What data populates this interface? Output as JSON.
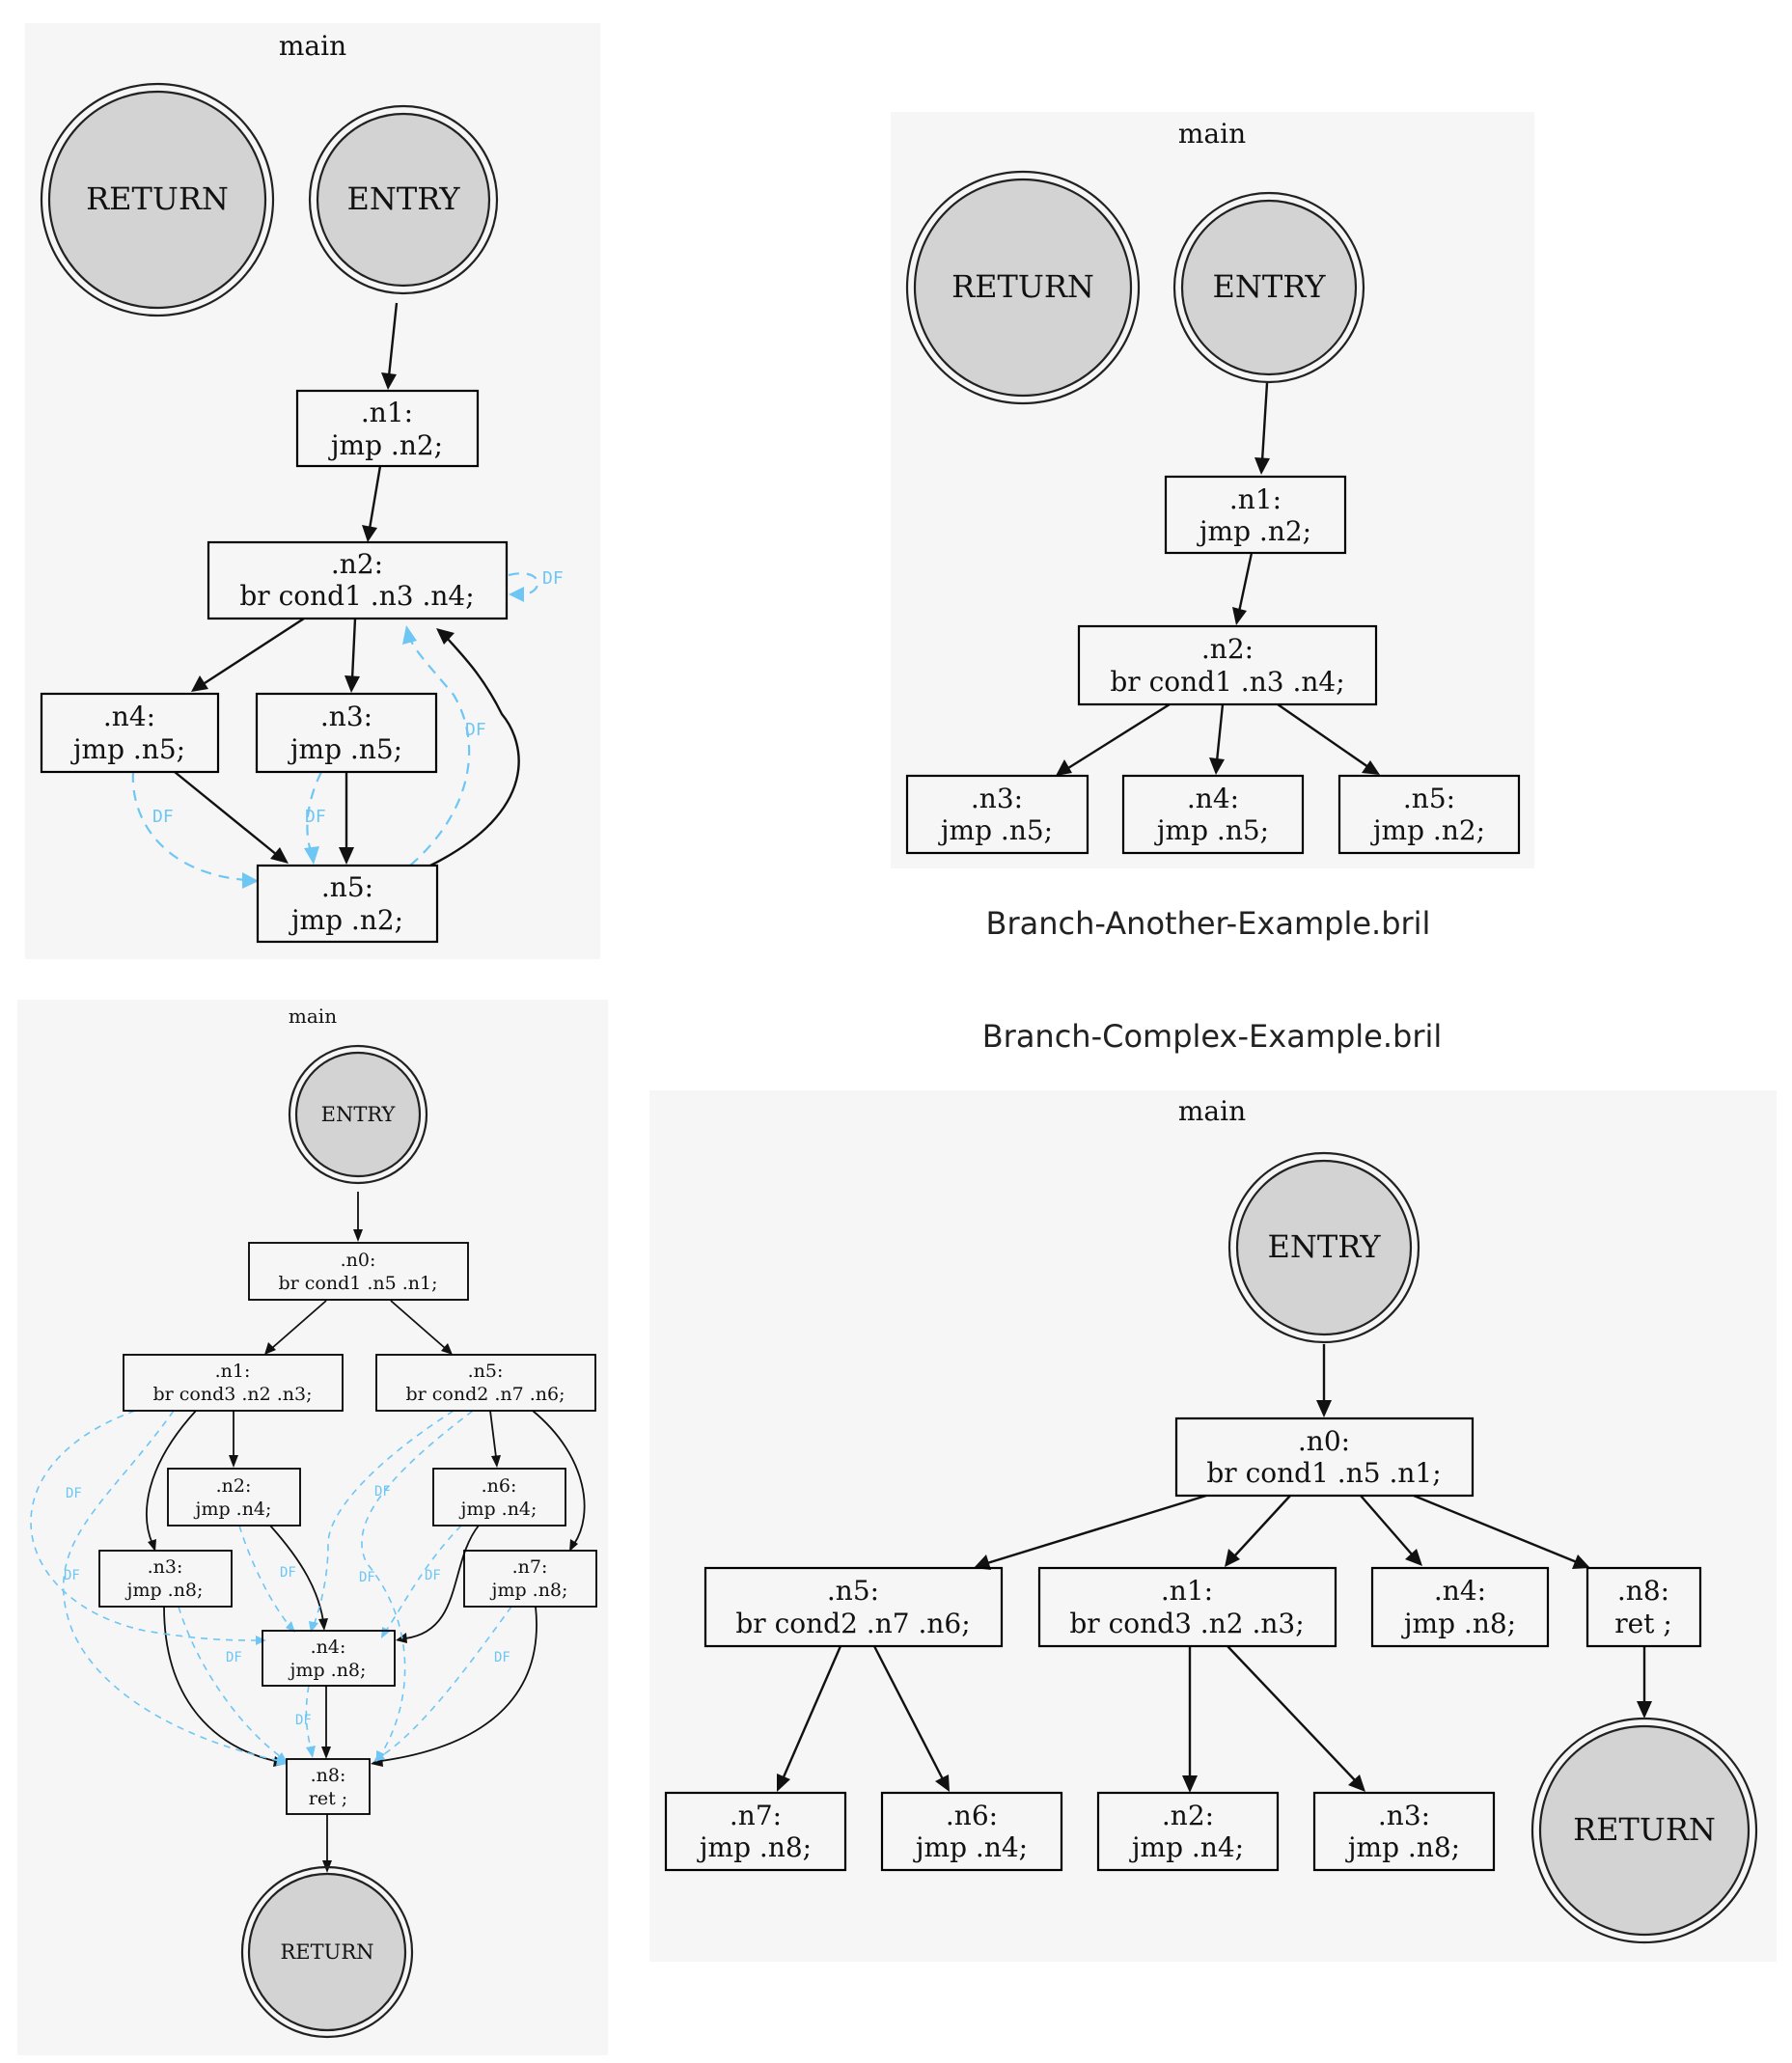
{
  "captions": {
    "another": "Branch-Another-Example.bril",
    "complex": "Branch-Complex-Example.bril"
  },
  "df_label": "DF",
  "colors": {
    "cluster_bg": "#f6f6f6",
    "node_fill": "#d3d3d3",
    "df_edge": "#6ec6f5"
  },
  "graph_a": {
    "title": "main",
    "return": "RETURN",
    "entry": "ENTRY",
    "n1": [
      ".n1:",
      "jmp  .n2;"
    ],
    "n2": [
      ".n2:",
      "br cond1 .n3 .n4;"
    ],
    "n4": [
      ".n4:",
      "jmp  .n5;"
    ],
    "n3": [
      ".n3:",
      "jmp  .n5;"
    ],
    "n5": [
      ".n5:",
      "jmp  .n2;"
    ]
  },
  "graph_b": {
    "title": "main",
    "return": "RETURN",
    "entry": "ENTRY",
    "n1": [
      ".n1:",
      "jmp  .n2;"
    ],
    "n2": [
      ".n2:",
      "br cond1 .n3 .n4;"
    ],
    "n3": [
      ".n3:",
      "jmp  .n5;"
    ],
    "n4": [
      ".n4:",
      "jmp  .n5;"
    ],
    "n5": [
      ".n5:",
      "jmp  .n2;"
    ]
  },
  "graph_c": {
    "title": "main",
    "entry": "ENTRY",
    "return": "RETURN",
    "n0": [
      ".n0:",
      "br cond1 .n5 .n1;"
    ],
    "n1": [
      ".n1:",
      "br cond3 .n2 .n3;"
    ],
    "n5": [
      ".n5:",
      "br cond2 .n7 .n6;"
    ],
    "n2": [
      ".n2:",
      "jmp  .n4;"
    ],
    "n6": [
      ".n6:",
      "jmp  .n4;"
    ],
    "n3": [
      ".n3:",
      "jmp  .n8;"
    ],
    "n7": [
      ".n7:",
      "jmp  .n8;"
    ],
    "n4": [
      ".n4:",
      "jmp  .n8;"
    ],
    "n8": [
      ".n8:",
      "ret ;"
    ]
  },
  "graph_d": {
    "title": "main",
    "entry": "ENTRY",
    "return": "RETURN",
    "n0": [
      ".n0:",
      "br cond1 .n5 .n1;"
    ],
    "n5": [
      ".n5:",
      "br cond2 .n7 .n6;"
    ],
    "n1": [
      ".n1:",
      "br cond3 .n2 .n3;"
    ],
    "n4": [
      ".n4:",
      "jmp  .n8;"
    ],
    "n8": [
      ".n8:",
      "ret ;"
    ],
    "n7": [
      ".n7:",
      "jmp  .n8;"
    ],
    "n6": [
      ".n6:",
      "jmp  .n4;"
    ],
    "n2": [
      ".n2:",
      "jmp  .n4;"
    ],
    "n3": [
      ".n3:",
      "jmp  .n8;"
    ]
  }
}
